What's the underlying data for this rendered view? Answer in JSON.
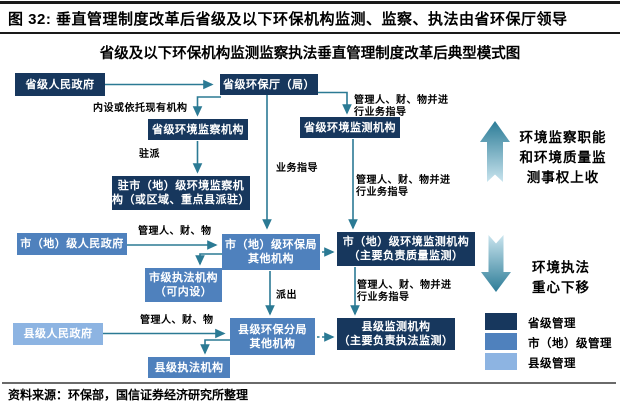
{
  "header": {
    "title": "图 32: 垂直管理制度改革后省级及以下环保机构监测、监察、执法由省环保厅领导"
  },
  "diagram": {
    "subtitle": "省级及以下环保机构监测监察执法垂直管理制度改革后典型模式图",
    "boxes": {
      "prov_gov": "省级人民政府",
      "prov_epd": "省级环保厅（局）",
      "prov_sup": "省级环境监察机构",
      "city_sup": "驻市（地）级环境监察机\n构（或区域、重点县派驻）",
      "prov_mon": "省级环境监测机构",
      "city_gov": "市（地）级人民政府",
      "city_epb": "市（地）级环保局\n其他机构",
      "city_law": "市级执法机构\n（可内设）",
      "city_mon": "市（地）级环境监测机构\n（主要负责质量监测）",
      "cnty_gov": "县级人民政府",
      "cnty_epb": "县级环保分局\n其他机构",
      "cnty_law": "县级执法机构",
      "cnty_mon": "县级监测机构\n（主要负责执法监测）"
    },
    "edge_labels": {
      "internal_setup": "内设或依托现有机构",
      "dispatch_station": "驻派",
      "business_guidance": "业务指导",
      "manage_and_guide": "管理人、财、物并进\n行业务指导",
      "manage_pcw": "管理人、财、物",
      "dispatch_out": "派出"
    },
    "side_notes": {
      "up": "环境监察职能\n和环境质量监\n测事权上收",
      "down": "环境执法\n重心下移"
    },
    "legend": {
      "items": [
        {
          "label": "省级管理",
          "color": "#17375d"
        },
        {
          "label": "市（地）级管理",
          "color": "#4f81bd"
        },
        {
          "label": "县级管理",
          "color": "#8db4e2"
        }
      ]
    },
    "colors": {
      "provincial": "#17375d",
      "city_level": "#4f81bd",
      "county_level": "#8db4e2",
      "connector": "#2b7a94"
    }
  },
  "footer": {
    "source": "资料来源：环保部，国信证券经济研究所整理"
  }
}
